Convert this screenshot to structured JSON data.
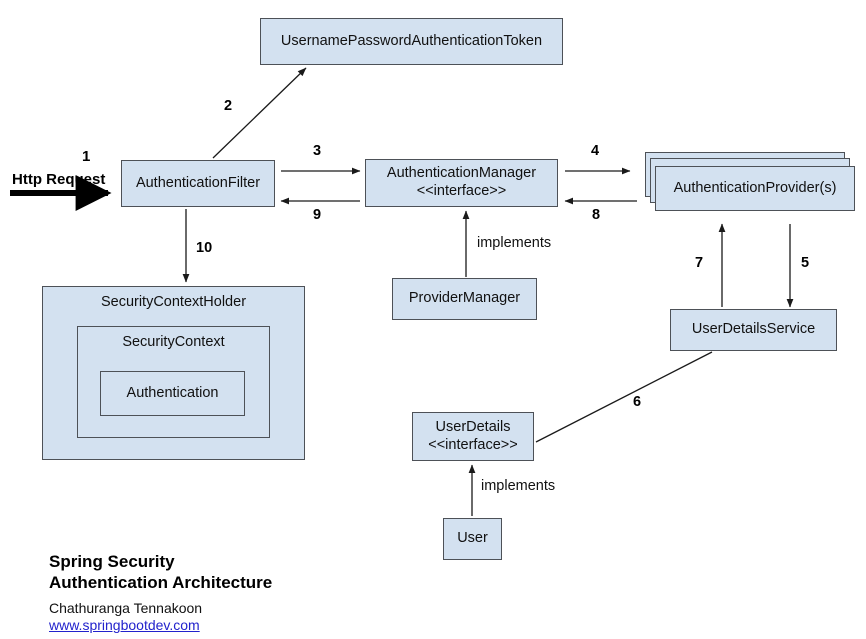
{
  "diagram": {
    "title_line1": "Spring Security",
    "title_line2": "Authentication Architecture",
    "author": "Chathuranga Tennakoon",
    "website": "www.springbootdev.com",
    "accent_fill": "#d3e1f0",
    "border_color": "#4d5157",
    "link_color": "#2222cc",
    "background": "#ffffff"
  },
  "nodes": {
    "token": {
      "label": "UsernamePasswordAuthenticationToken"
    },
    "auth_filter": {
      "label": "AuthenticationFilter"
    },
    "auth_manager": {
      "label": "AuthenticationManager\n<<interface>>"
    },
    "auth_provider": {
      "label": "AuthenticationProvider(s)"
    },
    "provider_manager": {
      "label": "ProviderManager"
    },
    "user_details_service": {
      "label": "UserDetailsService"
    },
    "user_details": {
      "label": "UserDetails\n<<interface>>"
    },
    "user": {
      "label": "User"
    },
    "security_context_holder": {
      "label": "SecurityContextHolder"
    },
    "security_context": {
      "label": "SecurityContext"
    },
    "authentication": {
      "label": "Authentication"
    }
  },
  "labels": {
    "http_request": "Http Request",
    "step1": "1",
    "step2": "2",
    "step3": "3",
    "step4": "4",
    "step5": "5",
    "step6": "6",
    "step7": "7",
    "step8": "8",
    "step9": "9",
    "step10": "10",
    "implements_manager": "implements",
    "implements_user": "implements"
  },
  "chart_data": {
    "type": "diagram",
    "title": "Spring Security Authentication Architecture",
    "nodes": [
      "UsernamePasswordAuthenticationToken",
      "AuthenticationFilter",
      "AuthenticationManager <<interface>>",
      "AuthenticationProvider(s)",
      "ProviderManager",
      "UserDetailsService",
      "UserDetails <<interface>>",
      "User",
      "SecurityContextHolder",
      "SecurityContext",
      "Authentication"
    ],
    "edges": [
      {
        "step": "1",
        "from": "Http Request",
        "to": "AuthenticationFilter",
        "label": "Http Request"
      },
      {
        "step": "2",
        "from": "AuthenticationFilter",
        "to": "UsernamePasswordAuthenticationToken",
        "label": "2"
      },
      {
        "step": "3",
        "from": "AuthenticationFilter",
        "to": "AuthenticationManager",
        "label": "3"
      },
      {
        "step": "4",
        "from": "AuthenticationManager",
        "to": "AuthenticationProvider(s)",
        "label": "4"
      },
      {
        "step": "5",
        "from": "AuthenticationProvider(s)",
        "to": "UserDetailsService",
        "label": "5"
      },
      {
        "step": "6",
        "from": "UserDetailsService",
        "to": "UserDetails",
        "label": "6"
      },
      {
        "step": "7",
        "from": "UserDetailsService",
        "to": "AuthenticationProvider(s)",
        "label": "7"
      },
      {
        "step": "8",
        "from": "AuthenticationProvider(s)",
        "to": "AuthenticationManager",
        "label": "8"
      },
      {
        "step": "9",
        "from": "AuthenticationManager",
        "to": "AuthenticationFilter",
        "label": "9"
      },
      {
        "step": "10",
        "from": "AuthenticationFilter",
        "to": "SecurityContextHolder",
        "label": "10"
      },
      {
        "step": "",
        "from": "ProviderManager",
        "to": "AuthenticationManager",
        "label": "implements"
      },
      {
        "step": "",
        "from": "User",
        "to": "UserDetails",
        "label": "implements"
      }
    ]
  }
}
